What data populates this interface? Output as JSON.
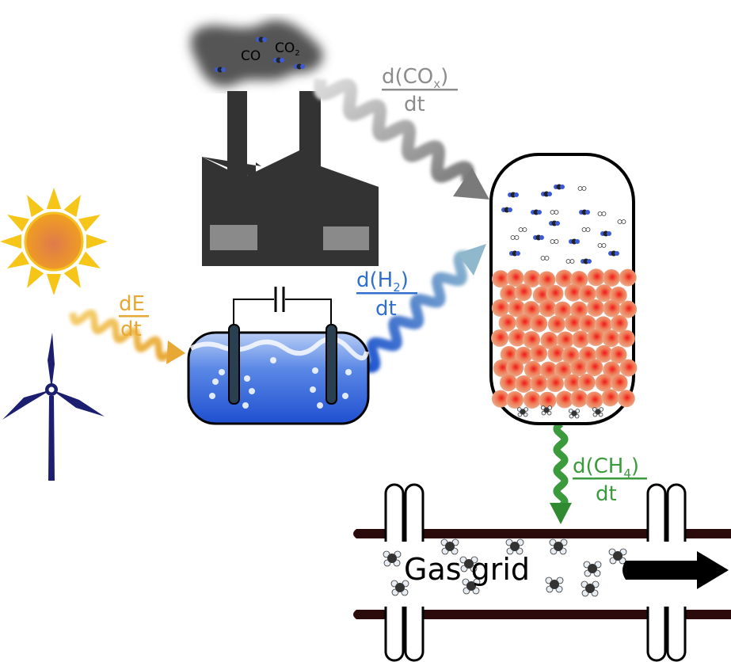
{
  "labels": {
    "co": "CO",
    "co2_base": "CO",
    "co2_sub": "2",
    "cox": {
      "num_prefix": "d(CO",
      "num_sub": "x",
      "num_suffix": ")",
      "den": "dt"
    },
    "energy": {
      "num": "dE",
      "den": "dt"
    },
    "h2": {
      "num_prefix": "d(H",
      "num_sub": "2",
      "num_suffix": ")",
      "den": "dt"
    },
    "ch4": {
      "num_prefix": "d(CH",
      "num_sub": "4",
      "num_suffix": ")",
      "den": "dt"
    },
    "gas_grid": "Gas grid"
  },
  "colors": {
    "energy": "#e8a835",
    "h2": "#2f6fd0",
    "ch4": "#3a9a3c",
    "cox": "#8c8c8c",
    "factory": "#333333",
    "turbine": "#1c1f70",
    "water": "#2d63d8"
  }
}
